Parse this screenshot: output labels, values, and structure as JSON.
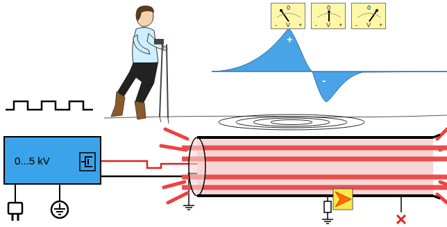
{
  "diagram": {
    "nodes": [
      {
        "text": [
          "0",
          "-",
          "V",
          "+"
        ]
      },
      {
        "text": [
          "0",
          "-",
          "V",
          "+"
        ]
      },
      {
        "text": [
          "0",
          "-",
          "V",
          "+"
        ]
      },
      {
        "text": [
          "0...5 kV"
        ]
      }
    ],
    "labels": [
      "+",
      "-"
    ]
  }
}
